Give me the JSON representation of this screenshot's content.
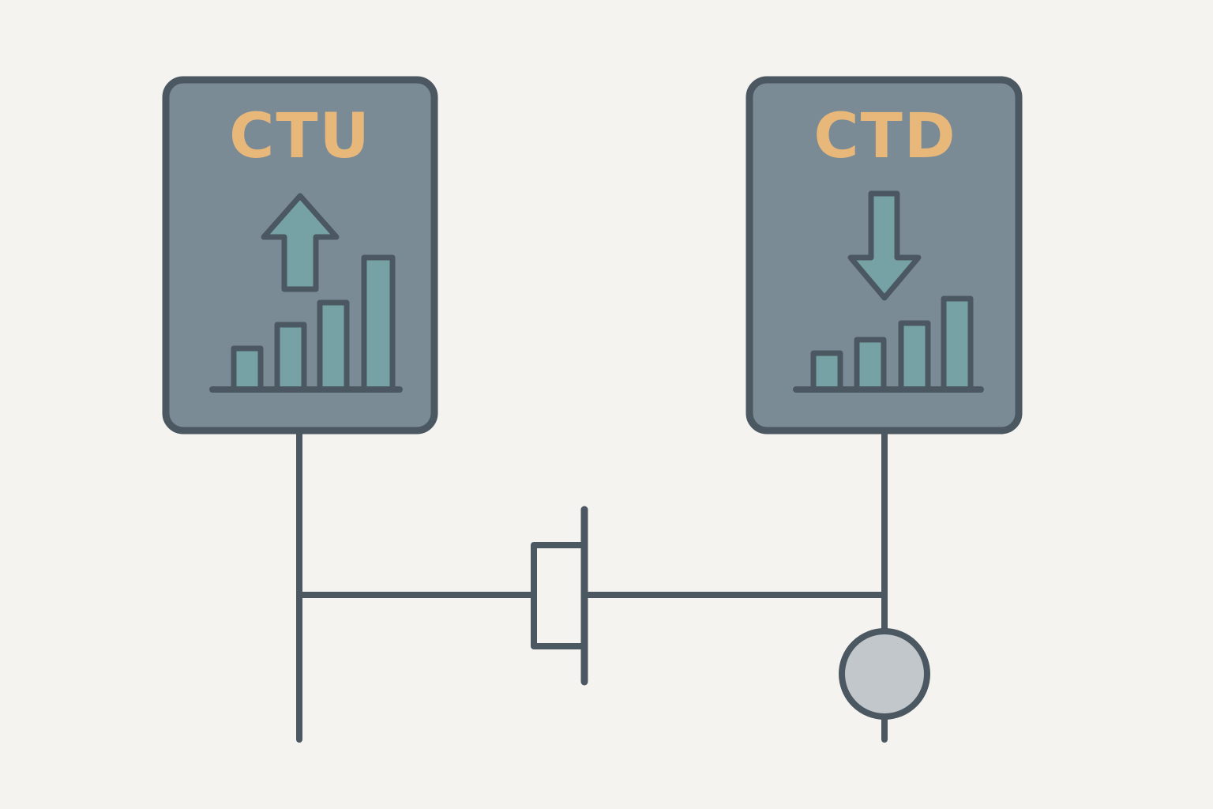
{
  "colors": {
    "background": "#f5f3ef",
    "block_fill": "#7b8b95",
    "outline": "#4b5862",
    "label": "#e8b77a",
    "bar_fill": "#76a2a6",
    "arrow_fill": "#76a2a6",
    "lamp_fill": "#c1c7ca"
  },
  "blocks": [
    {
      "id": "ctu",
      "label": "CTU",
      "arrow_icon": "arrow-up-icon",
      "chart_icon": "rising-bars-icon"
    },
    {
      "id": "ctd",
      "label": "CTD",
      "arrow_icon": "arrow-down-icon",
      "chart_icon": "rising-bars-icon"
    }
  ],
  "contact_icon": "contact-symbol-icon",
  "output_icon": "output-lamp-icon"
}
